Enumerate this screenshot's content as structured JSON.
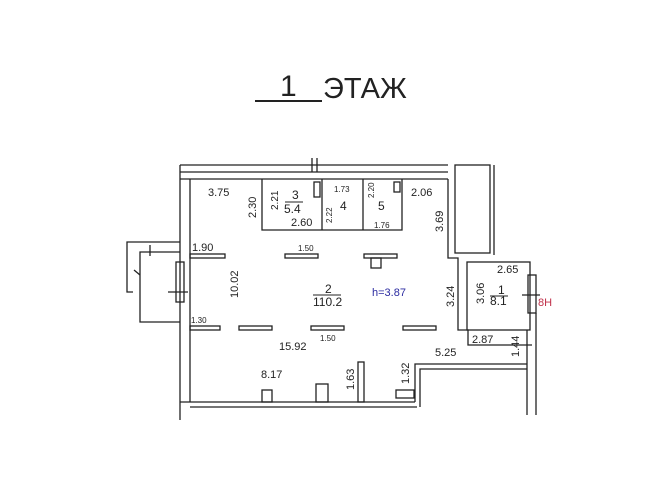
{
  "title": {
    "floor_number": "1",
    "floor_word": "ЭТАЖ"
  },
  "rooms": [
    {
      "number": "1",
      "area": "8.1"
    },
    {
      "number": "2",
      "area": "110.2"
    },
    {
      "number": "3",
      "area": "5.4"
    },
    {
      "number": "4"
    },
    {
      "number": "5"
    }
  ],
  "height_label": "h=3.87",
  "axis_label": "8Н",
  "colors": {
    "height_label": "#2a2aa0",
    "axis_label": "#c0304a"
  },
  "dimensions": {
    "d375": "3.75",
    "d230": "2.30",
    "d221": "2.21",
    "d260": "2.60",
    "d222": "2.22",
    "d173": "1.73",
    "d220": "2.20",
    "d176": "1.76",
    "d206": "2.06",
    "d369": "3.69",
    "d190": "1.90",
    "d150a": "1.50",
    "d1002": "10.02",
    "d130": "1.30",
    "d150b": "1.50",
    "d1592": "15.92",
    "d324": "3.24",
    "d265": "2.65",
    "d306": "3.06",
    "d287": "2.87",
    "d144": "1.44",
    "d525": "5.25",
    "d817": "8.17",
    "d163": "1.63",
    "d132": "1.32"
  }
}
